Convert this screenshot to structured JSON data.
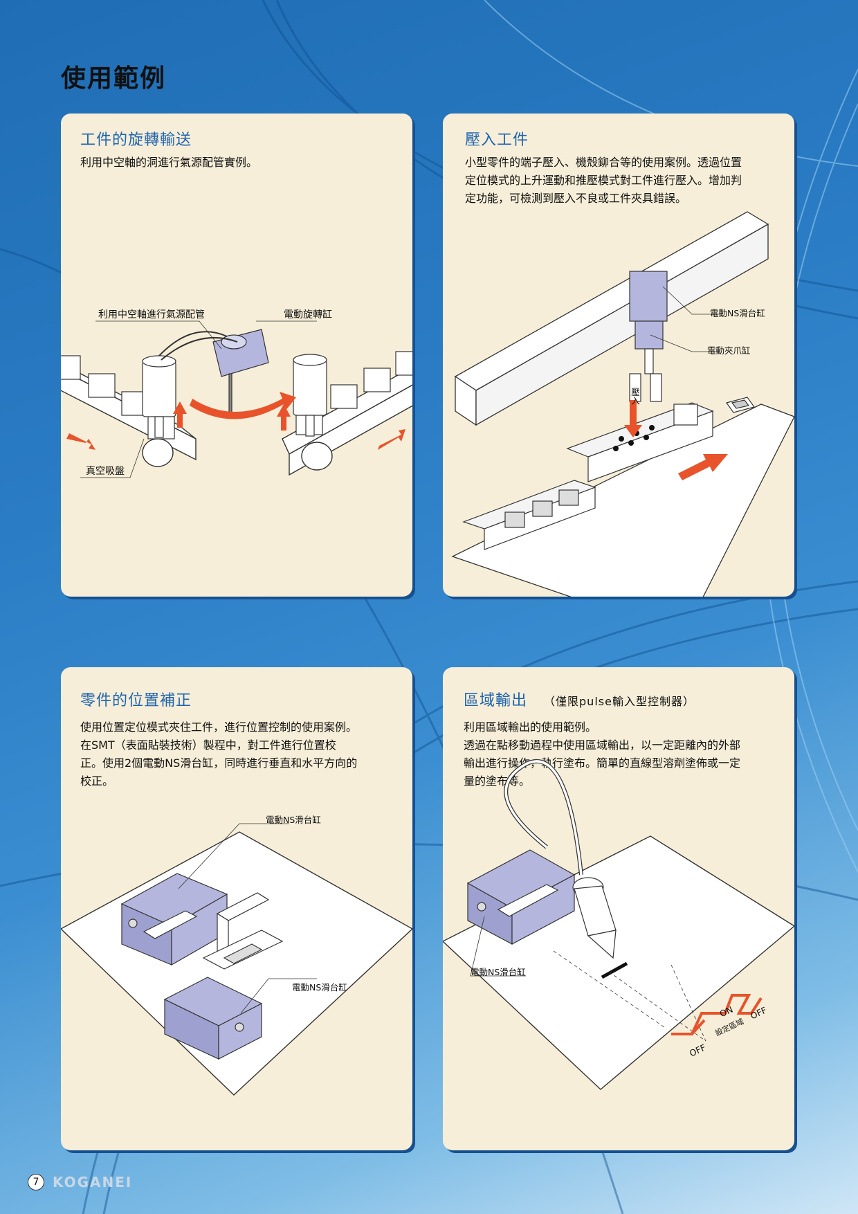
{
  "page": {
    "title": "使用範例",
    "page_number": "7",
    "brand": "KOGANEI"
  },
  "colors": {
    "panel_bg": "#f6eed8",
    "heading": "#1d63b0",
    "arrow": "#e8532b",
    "device": "#b4b6dd"
  },
  "panels": {
    "rotary": {
      "title": "工件的旋轉輸送",
      "desc": [
        "利用中空軸的洞進行氣源配管實例。"
      ],
      "labels": {
        "hollow": "利用中空軸進行氣源配管",
        "rotary_actuator": "電動旋轉缸",
        "vacuum_pad": "真空吸盤"
      }
    },
    "press": {
      "title": "壓入工件",
      "desc": [
        "小型零件的端子壓入、機殼鉚合等的使用案例。透過位置",
        "定位模式的上升運動和推壓模式對工件進行壓入。增加判",
        "定功能，可檢測到壓入不良或工件夾具錯誤。"
      ],
      "labels": {
        "slide": "電動NS滑台缸",
        "gripper": "電動夾爪缸",
        "press_in": "壓入"
      }
    },
    "position": {
      "title": "零件的位置補正",
      "desc": [
        "使用位置定位模式夾住工件，進行位置控制的使用案例。",
        "在SMT（表面貼裝技術）製程中，對工件進行位置校",
        "正。使用2個電動NS滑台缸，同時進行垂直和水平方向的",
        "校正。"
      ],
      "labels": {
        "slide_top": "電動NS滑台缸",
        "slide_bottom": "電動NS滑台缸"
      }
    },
    "zone": {
      "title": "區域輸出",
      "subtitle": "（僅限pulse輸入型控制器）",
      "desc": [
        "利用區域輸出的使用範例。",
        "透過在點移動過程中使用區域輸出，以一定距離內的外部",
        "輸出進行操作，執行塗布。簡單的直線型溶劑塗佈或一定",
        "量的塗布等。"
      ],
      "labels": {
        "slide": "電動NS滑台缸",
        "on": "ON",
        "off_left": "OFF",
        "off_right": "OFF",
        "zone": "設定區域"
      }
    }
  }
}
